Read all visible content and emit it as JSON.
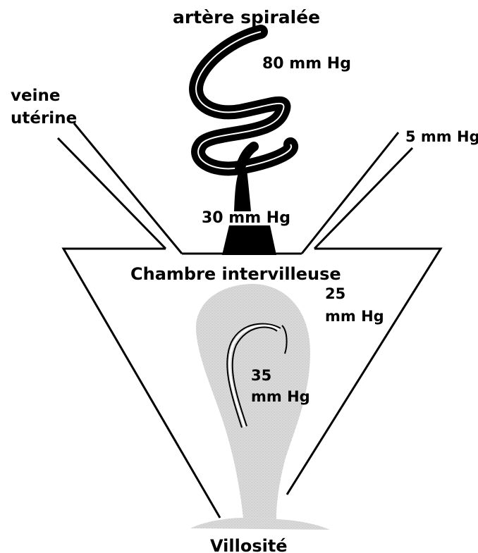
{
  "labels": {
    "artery": "artère spiralée",
    "vein_line1": "veine",
    "vein_line2": "utérine",
    "artery_pressure": "80 mm Hg",
    "vein_pressure": "5 mm Hg",
    "entry_pressure": "30 mm Hg",
    "chamber": "Chambre intervilleuse",
    "chamber_pressure_line1": "25",
    "chamber_pressure_line2": "mm Hg",
    "villus_pressure_line1": "35",
    "villus_pressure_line2": "mm Hg",
    "villus": "Villosité"
  },
  "colors": {
    "ink": "#000000",
    "villus_fill": "#d4d4d4",
    "background": "#ffffff"
  }
}
